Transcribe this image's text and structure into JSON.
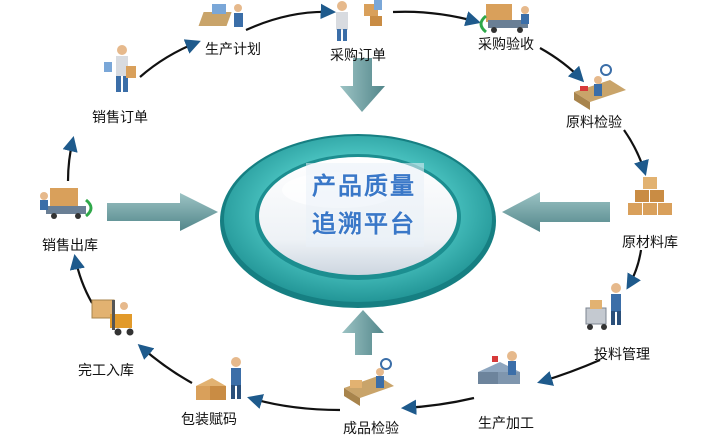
{
  "center": {
    "line1": "产品质量",
    "line2": "追溯平台"
  },
  "nodes": [
    {
      "key": "plan",
      "label": "生产计划",
      "icon": "planner-desk-icon"
    },
    {
      "key": "po",
      "label": "采购订单",
      "icon": "purchase-person-icon"
    },
    {
      "key": "receive",
      "label": "采购验收",
      "icon": "delivery-truck-icon"
    },
    {
      "key": "rawinspect",
      "label": "原料检验",
      "icon": "inspection-station-icon"
    },
    {
      "key": "rawstore",
      "label": "原材料库",
      "icon": "box-stack-icon"
    },
    {
      "key": "feed",
      "label": "投料管理",
      "icon": "cart-worker-icon"
    },
    {
      "key": "process",
      "label": "生产加工",
      "icon": "machine-worker-icon"
    },
    {
      "key": "finalinspect",
      "label": "成品检验",
      "icon": "inspection-station-icon"
    },
    {
      "key": "coding",
      "label": "包装赋码",
      "icon": "package-worker-icon"
    },
    {
      "key": "warehousing",
      "label": "完工入库",
      "icon": "forklift-icon"
    },
    {
      "key": "shipping",
      "label": "销售出库",
      "icon": "delivery-truck-icon"
    },
    {
      "key": "sales",
      "label": "销售订单",
      "icon": "sales-person-icon"
    }
  ],
  "colors": {
    "arrow": "#1e5a8c",
    "ring": "#3fb8b8",
    "big_arrow": "#6a9a9c",
    "title": "#3a78c8"
  }
}
